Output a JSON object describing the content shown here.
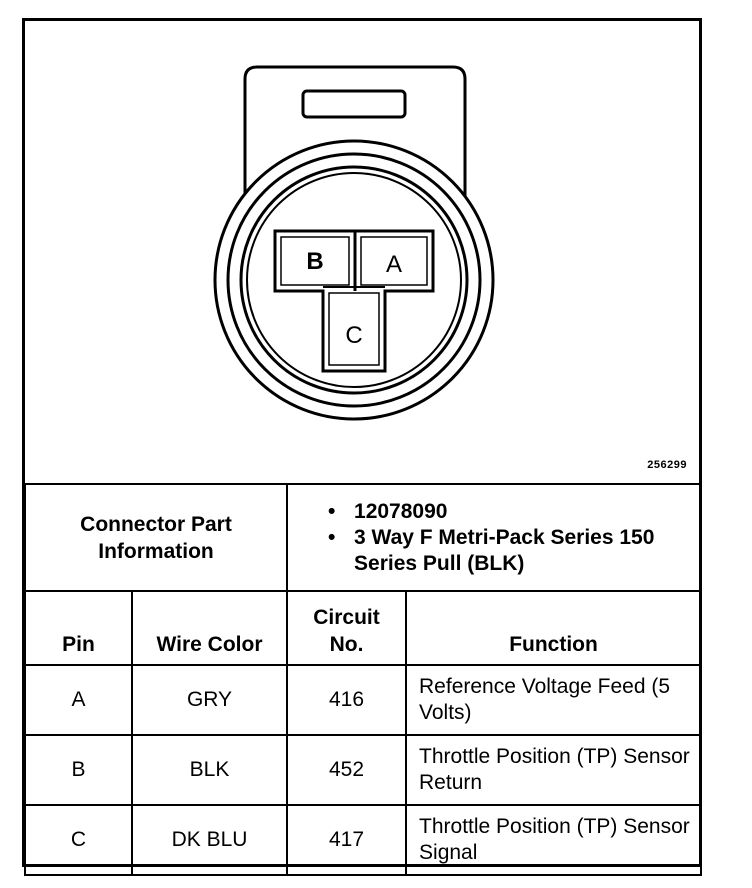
{
  "diagram": {
    "figure_id": "256299",
    "pins": {
      "a": "A",
      "b": "B",
      "c": "C"
    }
  },
  "connector_info": {
    "label": "Connector Part Information",
    "items": [
      "12078090",
      "3 Way F Metri-Pack Series 150 Series Pull (BLK)"
    ]
  },
  "table": {
    "headers": {
      "pin": "Pin",
      "wire_color": "Wire Color",
      "circuit_no": "Circuit No.",
      "function": "Function"
    },
    "rows": [
      {
        "pin": "A",
        "wire_color": "GRY",
        "circuit": "416",
        "function": "Reference Voltage Feed (5 Volts)"
      },
      {
        "pin": "B",
        "wire_color": "BLK",
        "circuit": "452",
        "function": "Throttle Position (TP) Sensor Return"
      },
      {
        "pin": "C",
        "wire_color": "DK BLU",
        "circuit": "417",
        "function": "Throttle Position (TP) Sensor Signal"
      }
    ]
  }
}
